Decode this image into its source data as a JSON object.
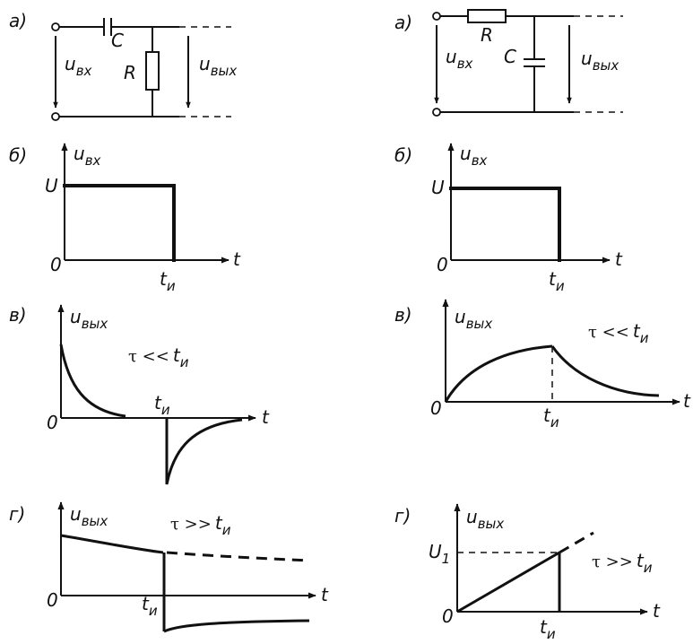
{
  "left": {
    "a": {
      "label": "а)",
      "c_label": "C",
      "r_label": "R",
      "u_in": "u",
      "u_in_sub": "вх",
      "u_out": "u",
      "u_out_sub": "вых"
    },
    "b": {
      "label": "б)",
      "y": "u",
      "y_sub": "вх",
      "u": "U",
      "zero": "0",
      "t_mark": "t",
      "t_mark_sub": "и",
      "t_axis": "t"
    },
    "v": {
      "label": "в)",
      "y": "u",
      "y_sub": "вых",
      "tau": "τ <<",
      "tau_t": "t",
      "tau_t_sub": "и",
      "zero": "0",
      "t_mark": "t",
      "t_mark_sub": "и",
      "t_axis": "t"
    },
    "g": {
      "label": "г)",
      "y": "u",
      "y_sub": "вых",
      "tau": "τ >>",
      "tau_t": "t",
      "tau_t_sub": "и",
      "zero": "0",
      "t_mark": "t",
      "t_mark_sub": "и",
      "t_axis": "t"
    }
  },
  "right": {
    "a": {
      "label": "а)",
      "r_label": "R",
      "c_label": "C",
      "u_in": "u",
      "u_in_sub": "вх",
      "u_out": "u",
      "u_out_sub": "вых"
    },
    "b": {
      "label": "б)",
      "y": "u",
      "y_sub": "вх",
      "u": "U",
      "zero": "0",
      "t_mark": "t",
      "t_mark_sub": "и",
      "t_axis": "t"
    },
    "v": {
      "label": "в)",
      "y": "u",
      "y_sub": "вых",
      "tau": "τ <<",
      "tau_t": "t",
      "tau_t_sub": "и",
      "zero": "0",
      "t_mark": "t",
      "t_mark_sub": "и",
      "t_axis": "t"
    },
    "g": {
      "label": "г)",
      "y": "u",
      "y_sub": "вых",
      "u1": "U",
      "u1_sub": "1",
      "tau": "τ >>",
      "tau_t": "t",
      "tau_t_sub": "и",
      "zero": "0",
      "t_mark": "t",
      "t_mark_sub": "и",
      "t_axis": "t"
    }
  }
}
